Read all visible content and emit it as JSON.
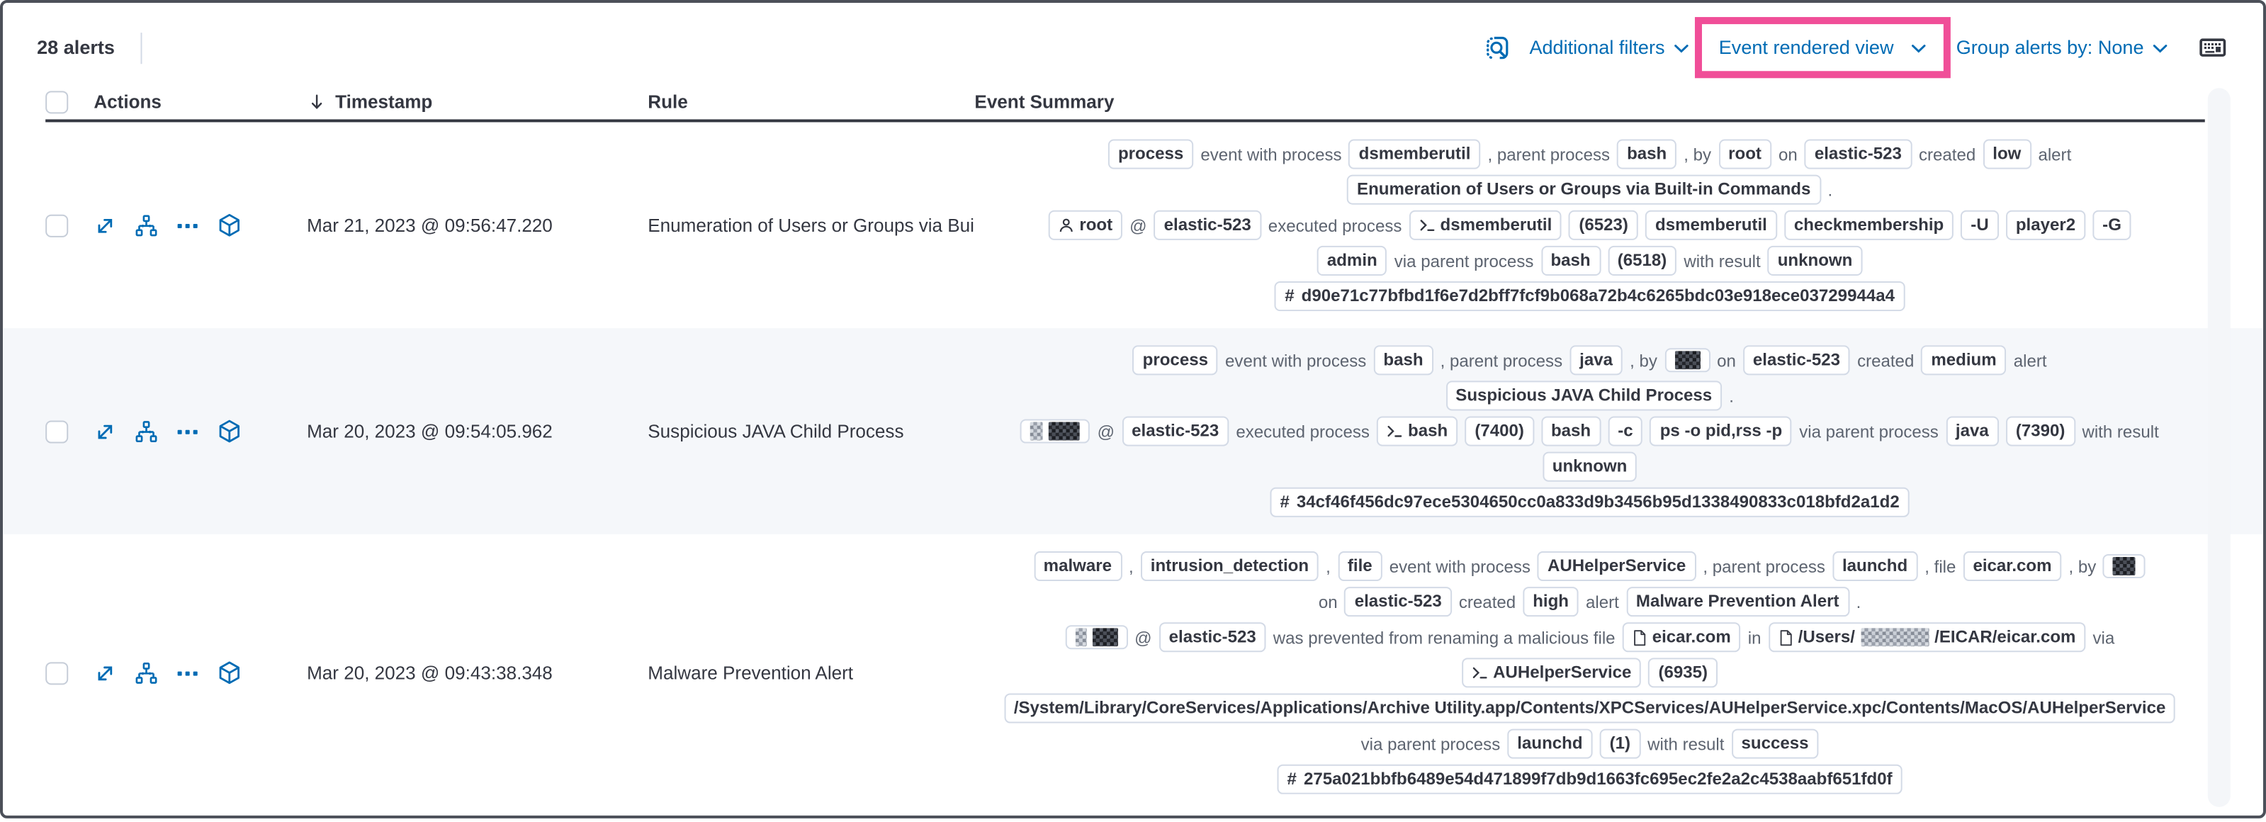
{
  "colors": {
    "accent_pink": "#F04E98",
    "link_blue": "#006BB4",
    "text_dark": "#343741",
    "stripe_bg": "#F5F7FA",
    "badge_border": "#D3DAE6"
  },
  "utility_bar": {
    "alerts_count": "28 alerts",
    "additional_filters_label": "Additional filters",
    "view_selector_label": "Event rendered view",
    "group_alerts_label": "Group alerts by: None"
  },
  "table": {
    "headers": {
      "actions": "Actions",
      "timestamp": "Timestamp",
      "rule": "Rule",
      "event_summary": "Event Summary"
    },
    "action_icons": [
      "expand-icon",
      "analyzer-icon",
      "more-actions-icon",
      "session-view-icon"
    ],
    "rows": [
      {
        "timestamp": "Mar 21, 2023 @ 09:56:47.220",
        "rule": "Enumeration of Users or Groups via Bui",
        "summary_lines": [
          [
            {
              "type": "badge",
              "text": "process"
            },
            {
              "type": "text",
              "text": "event with process"
            },
            {
              "type": "badge",
              "text": "dsmemberutil"
            },
            {
              "type": "text",
              "text": ", parent process"
            },
            {
              "type": "badge",
              "text": "bash"
            },
            {
              "type": "text",
              "text": ", by"
            },
            {
              "type": "badge",
              "text": "root"
            },
            {
              "type": "text",
              "text": "on"
            },
            {
              "type": "badge",
              "text": "elastic-523"
            },
            {
              "type": "text",
              "text": "created"
            },
            {
              "type": "badge",
              "text": "low"
            },
            {
              "type": "text",
              "text": "alert"
            }
          ],
          [
            {
              "type": "badge",
              "text": "Enumeration of Users or Groups via Built-in Commands"
            },
            {
              "type": "text",
              "text": "."
            }
          ],
          [
            {
              "type": "badge",
              "icon": "user-icon",
              "text": "root"
            },
            {
              "type": "text",
              "text": "@"
            },
            {
              "type": "badge",
              "text": "elastic-523"
            },
            {
              "type": "text",
              "text": "executed process"
            },
            {
              "type": "badge",
              "icon": "terminal-icon",
              "text": "dsmemberutil"
            },
            {
              "type": "badge",
              "text": "(6523)"
            },
            {
              "type": "badge",
              "text": "dsmemberutil"
            },
            {
              "type": "badge",
              "text": "checkmembership"
            },
            {
              "type": "badge",
              "text": "-U"
            },
            {
              "type": "badge",
              "text": "player2"
            },
            {
              "type": "badge",
              "text": "-G"
            }
          ],
          [
            {
              "type": "badge",
              "text": "admin"
            },
            {
              "type": "text",
              "text": "via parent process"
            },
            {
              "type": "badge",
              "text": "bash"
            },
            {
              "type": "badge",
              "text": "(6518)"
            },
            {
              "type": "text",
              "text": "with result"
            },
            {
              "type": "badge",
              "text": "unknown"
            }
          ],
          [
            {
              "type": "badge",
              "icon": "hash-icon",
              "text": "d90e71c77bfbd1f6e7d2bff7fcf9b068a72b4c6265bdc03e918ece03729944a4"
            }
          ]
        ]
      },
      {
        "timestamp": "Mar 20, 2023 @ 09:54:05.962",
        "rule": "Suspicious JAVA Child Process",
        "summary_lines": [
          [
            {
              "type": "badge",
              "text": "process"
            },
            {
              "type": "text",
              "text": "event with process"
            },
            {
              "type": "badge",
              "text": "bash"
            },
            {
              "type": "text",
              "text": ", parent process"
            },
            {
              "type": "badge",
              "text": "java"
            },
            {
              "type": "text",
              "text": ", by"
            },
            {
              "type": "badge",
              "parts": [
                {
                  "r": 18
                }
              ]
            },
            {
              "type": "text",
              "text": "on"
            },
            {
              "type": "badge",
              "text": "elastic-523"
            },
            {
              "type": "text",
              "text": "created"
            },
            {
              "type": "badge",
              "text": "medium"
            },
            {
              "type": "text",
              "text": "alert"
            }
          ],
          [
            {
              "type": "badge",
              "text": "Suspicious JAVA Child Process"
            },
            {
              "type": "text",
              "text": "."
            }
          ],
          [
            {
              "type": "badge",
              "parts": [
                {
                  "r": 9,
                  "light": true
                },
                {
                  "r": 22
                }
              ]
            },
            {
              "type": "text",
              "text": "@"
            },
            {
              "type": "badge",
              "text": "elastic-523"
            },
            {
              "type": "text",
              "text": "executed process"
            },
            {
              "type": "badge",
              "icon": "terminal-icon",
              "text": "bash"
            },
            {
              "type": "badge",
              "text": "(7400)"
            },
            {
              "type": "badge",
              "text": "bash"
            },
            {
              "type": "badge",
              "text": "-c"
            },
            {
              "type": "badge",
              "text": "ps -o pid,rss -p"
            },
            {
              "type": "text",
              "text": "via parent process"
            },
            {
              "type": "badge",
              "text": "java"
            },
            {
              "type": "badge",
              "text": "(7390)"
            },
            {
              "type": "text",
              "text": "with result"
            }
          ],
          [
            {
              "type": "badge",
              "text": "unknown"
            }
          ],
          [
            {
              "type": "badge",
              "icon": "hash-icon",
              "text": "34cf46f456dc97ece5304650cc0a833d9b3456b95d1338490833c018bfd2a1d2"
            }
          ]
        ]
      },
      {
        "timestamp": "Mar 20, 2023 @ 09:43:38.348",
        "rule": "Malware Prevention Alert",
        "summary_lines": [
          [
            {
              "type": "badge",
              "text": "malware"
            },
            {
              "type": "text",
              "text": ","
            },
            {
              "type": "badge",
              "text": "intrusion_detection"
            },
            {
              "type": "text",
              "text": ","
            },
            {
              "type": "badge",
              "text": "file"
            },
            {
              "type": "text",
              "text": "event with process"
            },
            {
              "type": "badge",
              "text": "AUHelperService"
            },
            {
              "type": "text",
              "text": ", parent process"
            },
            {
              "type": "badge",
              "text": "launchd"
            },
            {
              "type": "text",
              "text": ", file"
            },
            {
              "type": "badge",
              "text": "eicar.com"
            },
            {
              "type": "text",
              "text": ", by"
            },
            {
              "type": "badge",
              "parts": [
                {
                  "r": 16
                }
              ]
            }
          ],
          [
            {
              "type": "text",
              "text": "on"
            },
            {
              "type": "badge",
              "text": "elastic-523"
            },
            {
              "type": "text",
              "text": "created"
            },
            {
              "type": "badge",
              "text": "high"
            },
            {
              "type": "text",
              "text": "alert"
            },
            {
              "type": "badge",
              "text": "Malware Prevention Alert"
            },
            {
              "type": "text",
              "text": "."
            }
          ],
          [
            {
              "type": "badge",
              "parts": [
                {
                  "r": 8,
                  "light": true
                },
                {
                  "r": 18
                }
              ]
            },
            {
              "type": "text",
              "text": "@"
            },
            {
              "type": "badge",
              "text": "elastic-523"
            },
            {
              "type": "text",
              "text": "was prevented from renaming a malicious file"
            },
            {
              "type": "badge",
              "icon": "document-icon",
              "text": "eicar.com"
            },
            {
              "type": "text",
              "text": "in"
            },
            {
              "type": "badge",
              "icon": "document-icon",
              "parts": [
                {
                  "t": "/Users/"
                },
                {
                  "r": 48,
                  "light": true
                },
                {
                  "t": "/EICAR/eicar.com"
                }
              ]
            },
            {
              "type": "text",
              "text": "via"
            }
          ],
          [
            {
              "type": "badge",
              "icon": "terminal-icon",
              "text": "AUHelperService"
            },
            {
              "type": "badge",
              "text": "(6935)"
            }
          ],
          [
            {
              "type": "badge",
              "text": "/System/Library/CoreServices/Applications/Archive Utility.app/Contents/XPCServices/AUHelperService.xpc/Contents/MacOS/AUHelperService"
            }
          ],
          [
            {
              "type": "text",
              "text": "via parent process"
            },
            {
              "type": "badge",
              "text": "launchd"
            },
            {
              "type": "badge",
              "text": "(1)"
            },
            {
              "type": "text",
              "text": "with result"
            },
            {
              "type": "badge",
              "text": "success"
            }
          ],
          [
            {
              "type": "badge",
              "icon": "hash-icon",
              "text": "275a021bbfb6489e54d471899f7db9d1663fc695ec2fe2a2c4538aabf651fd0f"
            }
          ]
        ]
      }
    ]
  }
}
